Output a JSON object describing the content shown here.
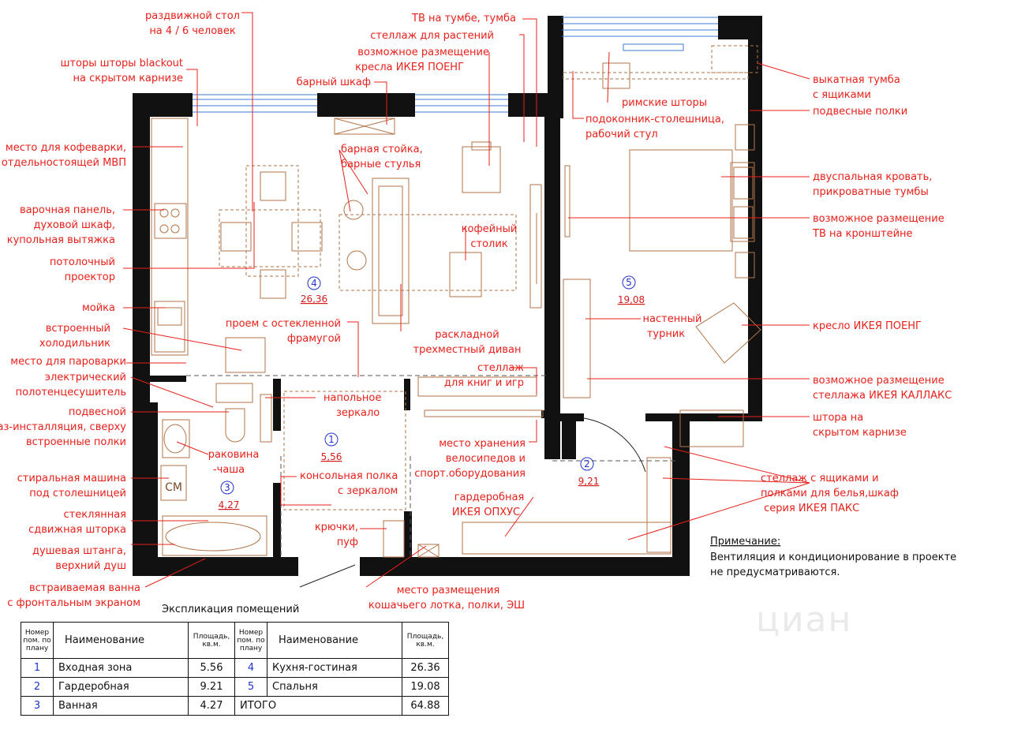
{
  "labels": {
    "sliding_table": [
      "раздвижной стол",
      "на 4 / 6 человек"
    ],
    "blackout": [
      "шторы шторы blackout",
      "на скрытом карнизе"
    ],
    "tv_stand": [
      "ТВ на тумбе,  тумба"
    ],
    "plant_rack": [
      "стеллаж для растений"
    ],
    "poang_chair": [
      "возможное размещение",
      "кресла ИКЕЯ ПОЕНГ"
    ],
    "bar_cabinet": [
      "барный шкаф"
    ],
    "coffee_machine": [
      "место для кофеварки,",
      "отдельностоящей МВП"
    ],
    "bar_counter": [
      "барная стойка,",
      "барные стулья"
    ],
    "hob": [
      "варочная панель,",
      "духовой шкаф,",
      "купольная вытяжка"
    ],
    "projector": [
      "потолочный",
      "проектор"
    ],
    "coffee_table": [
      "кофейный",
      "столик"
    ],
    "sink": [
      "мойка"
    ],
    "fridge": [
      "встроенный",
      "холодильник"
    ],
    "opening": [
      "проем с остекленной",
      "фрамугой"
    ],
    "sofa": [
      "раскладной",
      "трехместный диван"
    ],
    "steamer": [
      "место для парoварки"
    ],
    "towel_rail": [
      "электрический",
      "полотенцесушитель"
    ],
    "books_rack": [
      "стеллаж",
      "для книг и игр"
    ],
    "floor_mirror": [
      "напольное",
      "зеркало"
    ],
    "toilet": [
      "подвесной",
      "унитаз-инсталляция, сверху",
      "встроенные полки"
    ],
    "basin": [
      "раковина",
      "-чаша"
    ],
    "bikes": [
      "место хранения",
      "велосипедов и",
      "спорт.оборудования"
    ],
    "washer": [
      "стиральная машина",
      "под столешницей"
    ],
    "console": [
      "консольная полка",
      "с зеркалом"
    ],
    "wardrobe": [
      "гардеробная",
      "ИКЕЯ ОПХУС"
    ],
    "glass_screen": [
      "стеклянная",
      "сдвижная шторка"
    ],
    "hooks": [
      "крючки,",
      "пуф"
    ],
    "shower": [
      "душевая штанга,",
      "верхний душ"
    ],
    "bath": [
      "встраиваемая ванна",
      "с фронтальным экраном"
    ],
    "cat": [
      "место размещения",
      "кошачьего лотка, полки, ЭШ"
    ],
    "drawer_unit": [
      "выкатная тумба",
      "с ящиками"
    ],
    "hanging_shelves": [
      "подвесные полки"
    ],
    "roman_blinds": [
      "римские шторы"
    ],
    "sill_desk": [
      "подоконник-столешница,",
      "рабочий стул"
    ],
    "double_bed": [
      "двуспальная кровать,",
      "прикроватные тумбы"
    ],
    "tv_bracket": [
      "возможное размещение",
      "ТВ на кронштейне"
    ],
    "pullup": [
      "настенный",
      "турник"
    ],
    "poang": [
      "кресло ИКЕЯ ПОЕНГ"
    ],
    "kallax": [
      "возможное размещение",
      "стеллажа ИКЕЯ КАЛЛАКС"
    ],
    "curtain": [
      "штора на",
      "скрытом карнизе"
    ],
    "pax": [
      "стеллаж с ящиками и",
      "полками для белья,шкаф",
      " серия ИКЕЯ ПАКС"
    ]
  },
  "rooms": [
    {
      "no": "1",
      "area": "5,56"
    },
    {
      "no": "2",
      "area": "9,21"
    },
    {
      "no": "3",
      "area": "4,27"
    },
    {
      "no": "4",
      "area": "26,36"
    },
    {
      "no": "5",
      "area": "19,08"
    }
  ],
  "fixtures": {
    "washer_tag": "СМ"
  },
  "note": {
    "title": "Примечание:",
    "lines": [
      "Вентиляция и кондиционирование в проекте",
      "не предусматриваются."
    ]
  },
  "table": {
    "caption": "Экспликация помещений",
    "head": {
      "no": "Номер пом. по плану",
      "name": "Наименование",
      "area": "Площадь, кв.м."
    },
    "rows": [
      {
        "n1": "1",
        "name1": "Входная зона",
        "a1": "5.56",
        "n2": "4",
        "name2": "Кухня-гостиная",
        "a2": "26.36"
      },
      {
        "n1": "2",
        "name1": "Гардеробная",
        "a1": "9.21",
        "n2": "5",
        "name2": "Спальня",
        "a2": "19.08"
      },
      {
        "n1": "3",
        "name1": "Ванная",
        "a1": "4.27",
        "n2": "",
        "name2": "ИТОГО",
        "a2": "64.88"
      }
    ]
  },
  "watermark": "циан"
}
